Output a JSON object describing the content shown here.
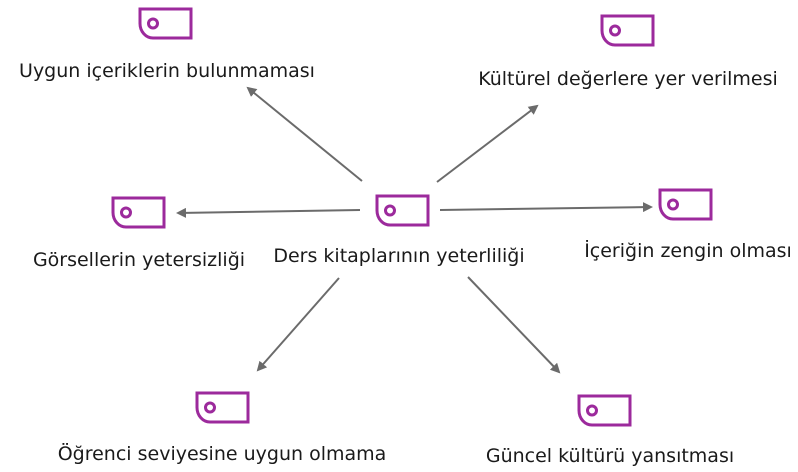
{
  "diagram": {
    "center": {
      "label": "Ders kitaplarının yeterliliği",
      "icon": "code-node-icon"
    },
    "nodes": [
      {
        "id": "uygun-iceriklerin-bulunmamasi",
        "label": "Uygun içeriklerin bulunmaması",
        "icon": "code-node-icon"
      },
      {
        "id": "kulturel-degerlere-yer-verilmesi",
        "label": "Kültürel değerlere yer verilmesi",
        "icon": "code-node-icon"
      },
      {
        "id": "gorsellerin-yetersizligi",
        "label": "Görsellerin yetersizliği",
        "icon": "code-node-icon"
      },
      {
        "id": "icerigin-zengin-olmasi",
        "label": "İçeriğin zengin olması",
        "icon": "code-node-icon"
      },
      {
        "id": "ogrenci-seviyesine-uygun-olmama",
        "label": "Öğrenci seviyesine uygun olmama",
        "icon": "code-node-icon"
      },
      {
        "id": "guncel-kulturu-yansitmasi",
        "label": "Güncel kültürü yansıtması",
        "icon": "code-node-icon"
      }
    ],
    "colors": {
      "icon": "#9c2a9c",
      "arrow": "#6b6b6b",
      "text": "#1a1a1a"
    }
  }
}
